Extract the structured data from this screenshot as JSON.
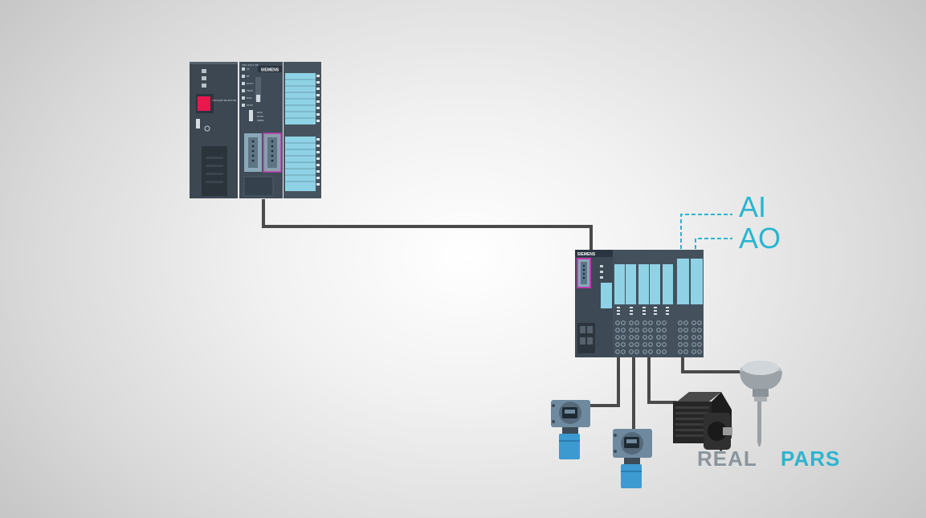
{
  "cpu_rack": {
    "psu_label": "VOLTAGE SELECTOR",
    "cpu_model": "CPU 315-2 DP",
    "brand": "SIEMENS",
    "status_leds": [
      "SF",
      "BF",
      "DC5V",
      "FRCE",
      "RUN",
      "STOP"
    ],
    "mode_switch": [
      "RUN",
      "STOP",
      "MRES"
    ]
  },
  "io_station": {
    "brand": "SIEMENS"
  },
  "labels": {
    "ai": "AI",
    "ao": "AO"
  },
  "logo": {
    "part1": "REAL",
    "part2": "PARS"
  },
  "colors": {
    "cable": "#4a4a4a",
    "dashed_link": "#29b5d0",
    "module_body": "#3e4a56",
    "terminal_blue": "#8ed3e6",
    "highlight_magenta": "#c43ab0",
    "led_red": "#e8184e",
    "logo_gray": "#8a959c",
    "logo_blue": "#2db4cf"
  },
  "icons": [
    "plc-cpu-rack-icon",
    "distributed-io-station-icon",
    "flow-transmitter-icon",
    "servo-motor-icon",
    "temperature-probe-icon"
  ]
}
